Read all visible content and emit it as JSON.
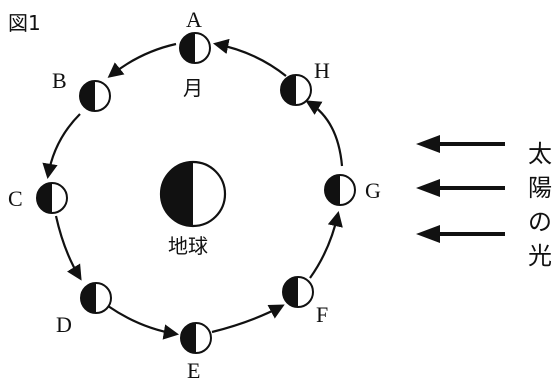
{
  "figure": {
    "title": "図1",
    "earth_label": "地球",
    "moon_label": "月",
    "positions": [
      {
        "label": "A"
      },
      {
        "label": "B"
      },
      {
        "label": "C"
      },
      {
        "label": "D"
      },
      {
        "label": "E"
      },
      {
        "label": "F"
      },
      {
        "label": "G"
      },
      {
        "label": "H"
      }
    ],
    "sunlight_label": [
      "太",
      "陽",
      "の",
      "光"
    ]
  }
}
